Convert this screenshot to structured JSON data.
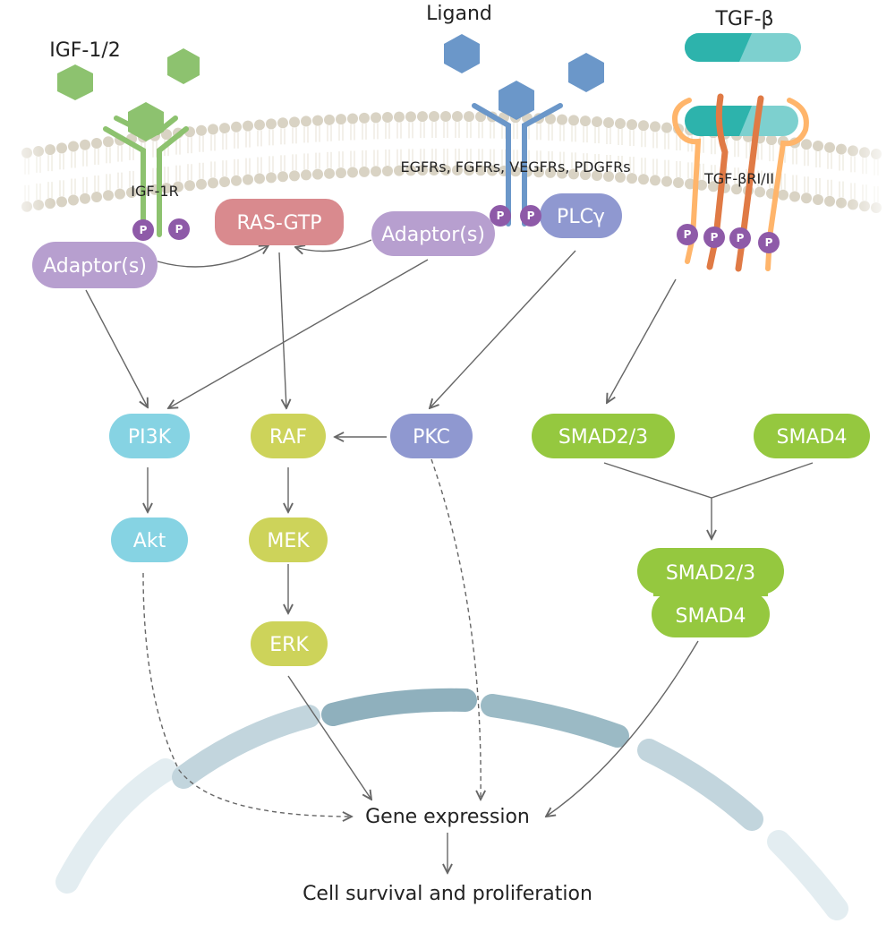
{
  "labels": {
    "igf_ligand": "IGF-1/2",
    "ligand": "Ligand",
    "tgf_beta": "TGF-β",
    "igf_receptor": "IGF-1R",
    "egfr_receptors": "EGFRs, FGFRs, VEGFRs, PDGFRs",
    "tgf_receptor": "TGF-βRI/II",
    "phospho": "P",
    "gene_expression": "Gene expression",
    "cell_survival": "Cell survival and proliferation"
  },
  "nodes": {
    "adaptor_left": "Adaptor(s)",
    "ras_gtp": "RAS-GTP",
    "adaptor_mid": "Adaptor(s)",
    "plcg": "PLCγ",
    "pi3k": "PI3K",
    "raf": "RAF",
    "pkc": "PKC",
    "smad23": "SMAD2/3",
    "smad4": "SMAD4",
    "akt": "Akt",
    "mek": "MEK",
    "erk": "ERK",
    "complex_smad23": "SMAD2/3",
    "complex_smad4": "SMAD4"
  },
  "colors": {
    "adaptor": "#b79fcf",
    "ras": "#d98a8e",
    "plcg_pkc": "#8f98d0",
    "pi3k_akt": "#86d3e3",
    "raf_mek_erk": "#cdd35a",
    "smad": "#95c83f",
    "phospho": "#8e5aa8",
    "igf_green": "#8dc26f",
    "ligand_blue": "#6b97c9",
    "tgf_teal": "#2db3ac",
    "tgf_light": "#7dd0cf",
    "tgf_orange": "#ffb56b",
    "tgf_dark_orange": "#e07a45",
    "nucleus": "#9db9c4",
    "arrow": "#666666"
  }
}
